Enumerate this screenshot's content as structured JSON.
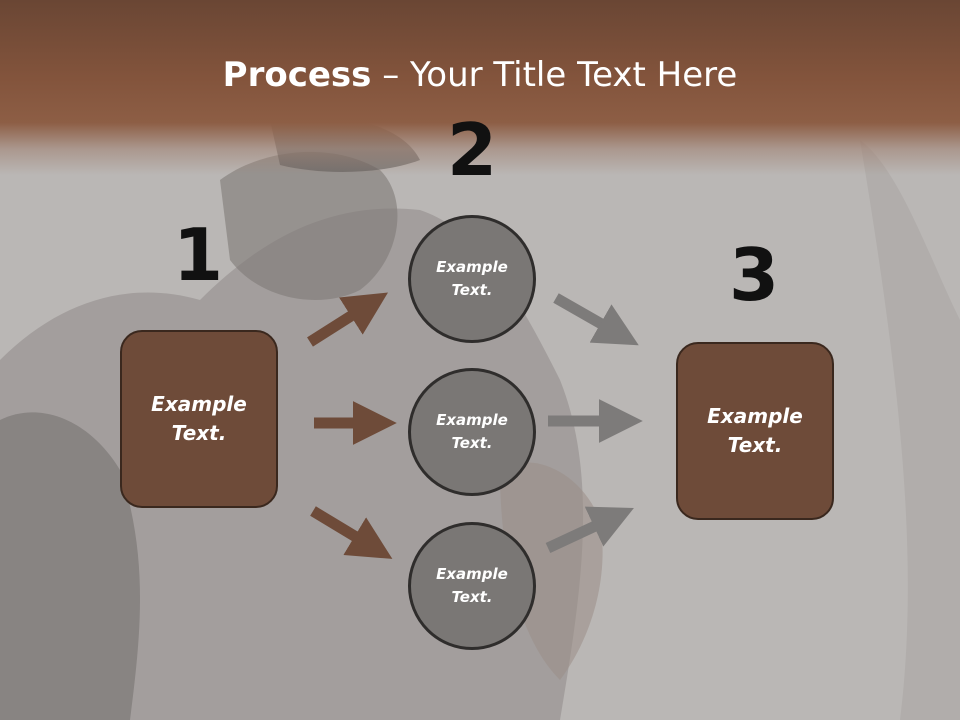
{
  "title": {
    "strong": "Process",
    "separator": " – ",
    "rest": "Your Title Text Here"
  },
  "steps": {
    "one": {
      "number": "1",
      "label": "Example\nText."
    },
    "two": {
      "number": "2"
    },
    "three": {
      "number": "3",
      "label": "Example\nText."
    }
  },
  "circles": [
    {
      "label": "Example\nText."
    },
    {
      "label": "Example\nText."
    },
    {
      "label": "Example\nText."
    }
  ],
  "colors": {
    "header": "#83543c",
    "box_fill": "#6e4b39",
    "circle_fill": "#7a7775",
    "arrow_brown": "#6e4b39",
    "arrow_gray": "#7d7b7a"
  }
}
